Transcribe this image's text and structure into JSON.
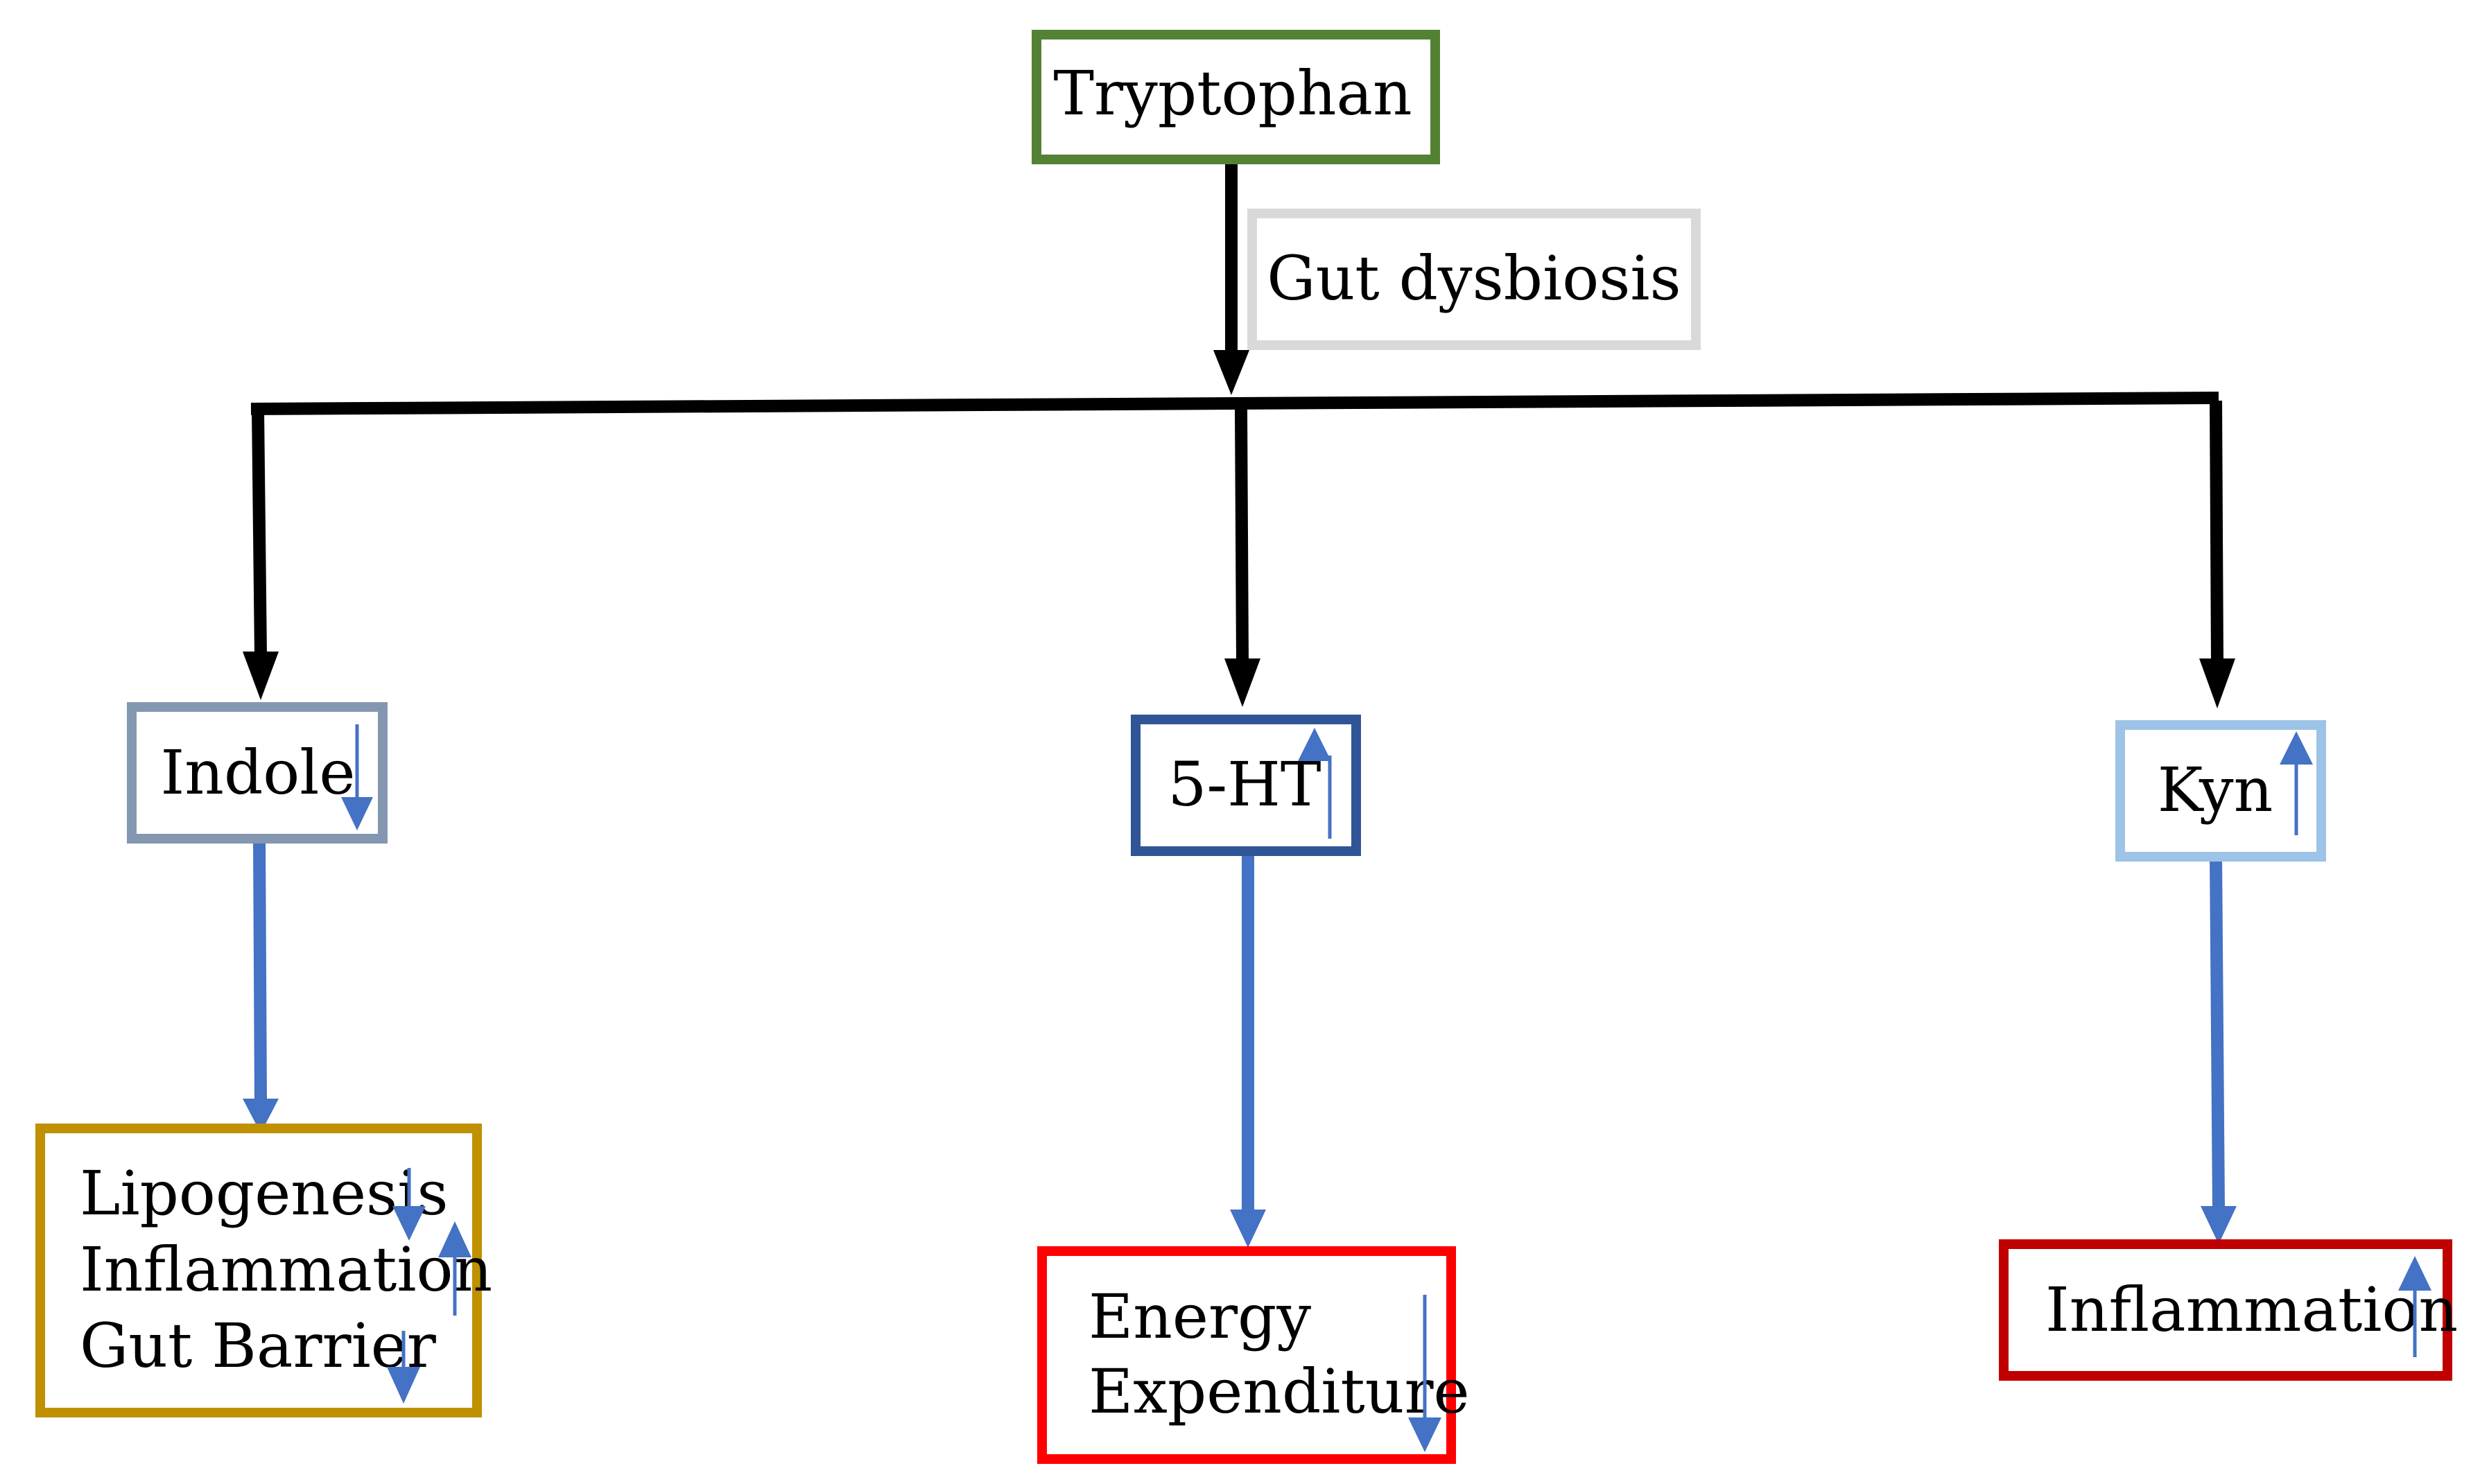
{
  "nodes": {
    "tryptophan": {
      "label": "Tryptophan",
      "border_color": "#548235"
    },
    "gut_dysbiosis": {
      "label": "Gut dysbiosis",
      "border_color": "#d9d9d9"
    },
    "indole": {
      "label": "Indole",
      "border_color": "#8497b0",
      "trend": "down"
    },
    "serotonin": {
      "label": "5-HT",
      "border_color": "#2f5597",
      "trend": "up"
    },
    "kyn": {
      "label": "Kyn",
      "border_color": "#9dc3e6",
      "trend": "up"
    },
    "indole_effects": {
      "border_color": "#bf9000",
      "items": [
        {
          "label": "Lipogenesis",
          "trend": "down"
        },
        {
          "label": "Inflammation",
          "trend": "up"
        },
        {
          "label": "Gut Barrier",
          "trend": "down"
        }
      ]
    },
    "serotonin_effects": {
      "border_color": "#ff0000",
      "lines": [
        "Energy",
        "Expenditure"
      ],
      "trend": "down"
    },
    "kyn_effects": {
      "label": "Inflammation",
      "border_color": "#c00000",
      "trend": "up"
    }
  },
  "colors": {
    "main_arrow": "#000000",
    "effect_arrow": "#4472c4",
    "trend_arrow": "#4472c4"
  }
}
